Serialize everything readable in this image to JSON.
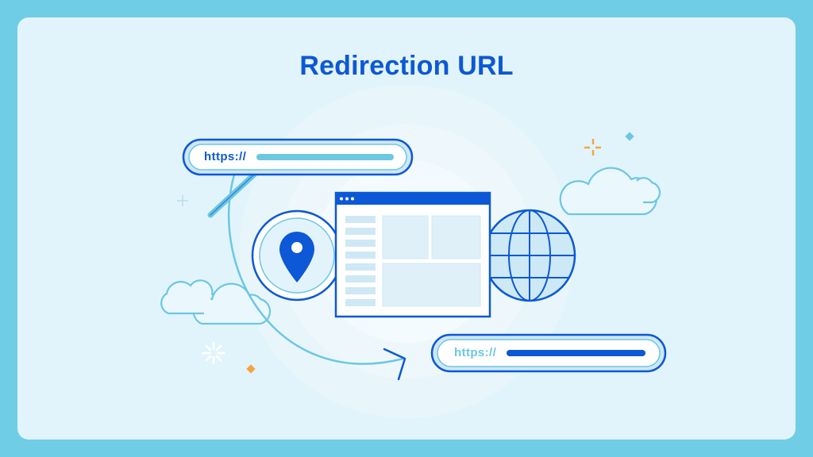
{
  "banner": {
    "title": "Redirection URL"
  },
  "source_url_bar": {
    "protocol": "https://"
  },
  "target_url_bar": {
    "protocol": "https://"
  },
  "colors": {
    "background": "#6fcde6",
    "card": "#e2f4fb",
    "brand_blue": "#0c58d6",
    "light_blue": "#6cc7e3",
    "accent_orange": "#f3a53f"
  }
}
